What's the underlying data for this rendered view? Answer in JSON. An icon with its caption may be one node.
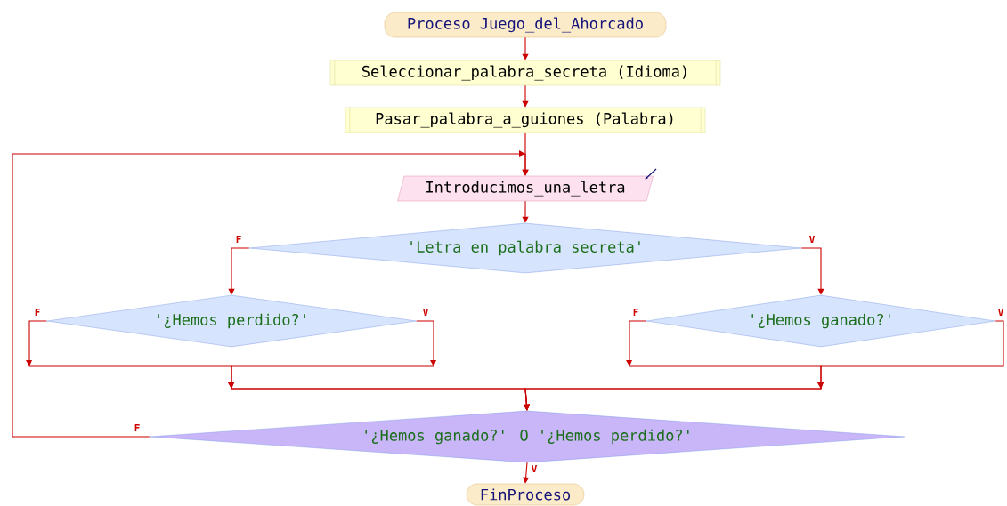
{
  "diagram": {
    "nodes": [
      {
        "text": [
          "Proceso Juego_del_Ahorcado"
        ]
      },
      {
        "text": [
          "Seleccionar_palabra_secreta (Idioma)"
        ]
      },
      {
        "text": [
          "Pasar_palabra_a_guiones (Palabra)"
        ]
      },
      {
        "text": [
          "Introducimos_una_letra"
        ]
      },
      {
        "text": [
          "'Letra en palabra secreta'"
        ]
      },
      {
        "text": [
          "'¿Hemos perdido?'"
        ]
      },
      {
        "text": [
          "'¿Hemos ganado?'"
        ]
      },
      {
        "text": [
          "'¿Hemos ganado?' O '¿Hemos perdido?'"
        ]
      },
      {
        "text": [
          "FinProceso"
        ]
      }
    ],
    "edges": [
      {
        "from": 0,
        "to": 1,
        "arrow": "to"
      },
      {
        "from": 1,
        "to": 2,
        "arrow": "to"
      },
      {
        "from": 2,
        "to": 3,
        "arrow": "to"
      },
      {
        "from": 3,
        "to": 4,
        "arrow": "to"
      },
      {
        "from": 4,
        "to": 5,
        "arrow": "to",
        "label": "F"
      },
      {
        "from": 4,
        "to": 6,
        "arrow": "to",
        "label": "V"
      },
      {
        "from": 5,
        "to": 7,
        "arrow": "to",
        "label": "F"
      },
      {
        "from": 5,
        "to": 7,
        "arrow": "to",
        "label": "V"
      },
      {
        "from": 6,
        "to": 7,
        "arrow": "to",
        "label": "F"
      },
      {
        "from": 6,
        "to": 7,
        "arrow": "to",
        "label": "V"
      },
      {
        "from": 7,
        "to": 3,
        "arrow": "to",
        "label": "F"
      },
      {
        "from": 7,
        "to": 8,
        "arrow": "to",
        "label": "V"
      }
    ]
  }
}
